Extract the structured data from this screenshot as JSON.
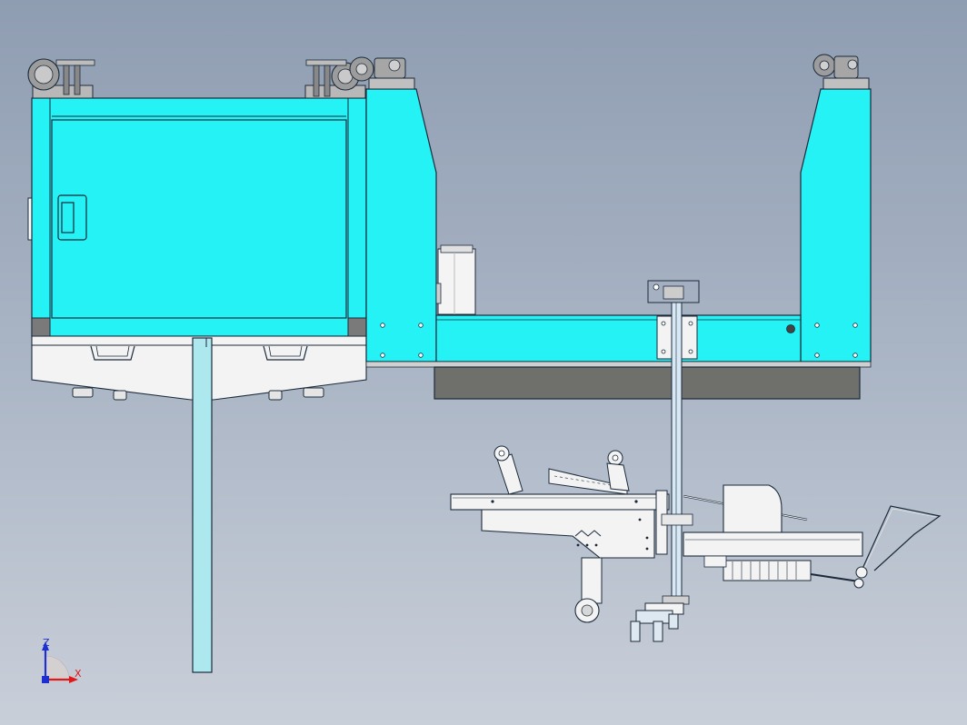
{
  "scene": {
    "view": "front",
    "background": [
      "#8f9db2",
      "#c9cfd9"
    ]
  },
  "colors": {
    "frame": "#25f2f4",
    "frame_edge": "#1b2a3a",
    "base_block": "#6f6f6c",
    "casing": "#f3f3f3",
    "caster": "#a9a9a9"
  },
  "triad": {
    "z_label": "Z",
    "x_label": "X",
    "z_color": "#1e2fd0",
    "x_color": "#e01818",
    "y_color": "#d4cfd0"
  },
  "icons": {
    "axis_triad": "axis-triad-icon",
    "caster": "caster-wheel-icon",
    "handle": "door-handle-icon"
  }
}
